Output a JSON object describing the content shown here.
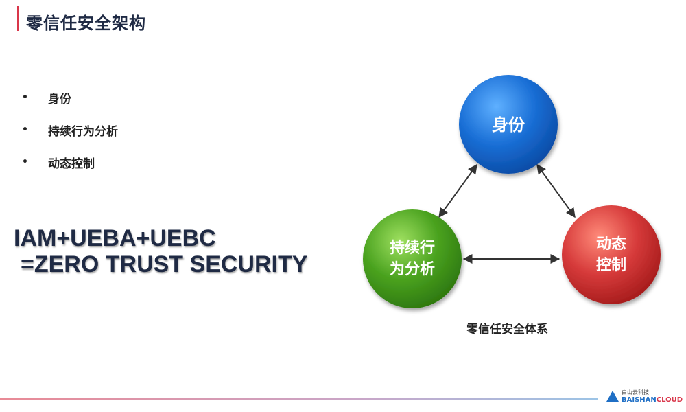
{
  "header": {
    "title": "零信任安全架构"
  },
  "bullets": [
    {
      "dot": "•",
      "label": "身份"
    },
    {
      "dot": "•",
      "label": "持续行为分析"
    },
    {
      "dot": "•",
      "label": "动态控制"
    }
  ],
  "formula": {
    "line1": "IAM+UEBA+UEBC",
    "line2": "=ZERO TRUST SECURITY"
  },
  "diagram": {
    "nodes": [
      {
        "id": "identity",
        "lines": [
          "身份"
        ],
        "color": "#1a6fd6"
      },
      {
        "id": "behavior",
        "lines": [
          "持续行",
          "为分析"
        ],
        "color": "#4aa21f"
      },
      {
        "id": "control",
        "lines": [
          "动态",
          "控制"
        ],
        "color": "#d63a3a"
      }
    ],
    "edges": [
      {
        "from": "identity",
        "to": "behavior",
        "direction": "both"
      },
      {
        "from": "identity",
        "to": "control",
        "direction": "both"
      },
      {
        "from": "behavior",
        "to": "control",
        "direction": "both"
      }
    ],
    "caption": "零信任安全体系"
  },
  "footer": {
    "logo_cn": "白山云科技",
    "logo_en_a": "BAISHAN",
    "logo_en_b": "CLOUD"
  }
}
